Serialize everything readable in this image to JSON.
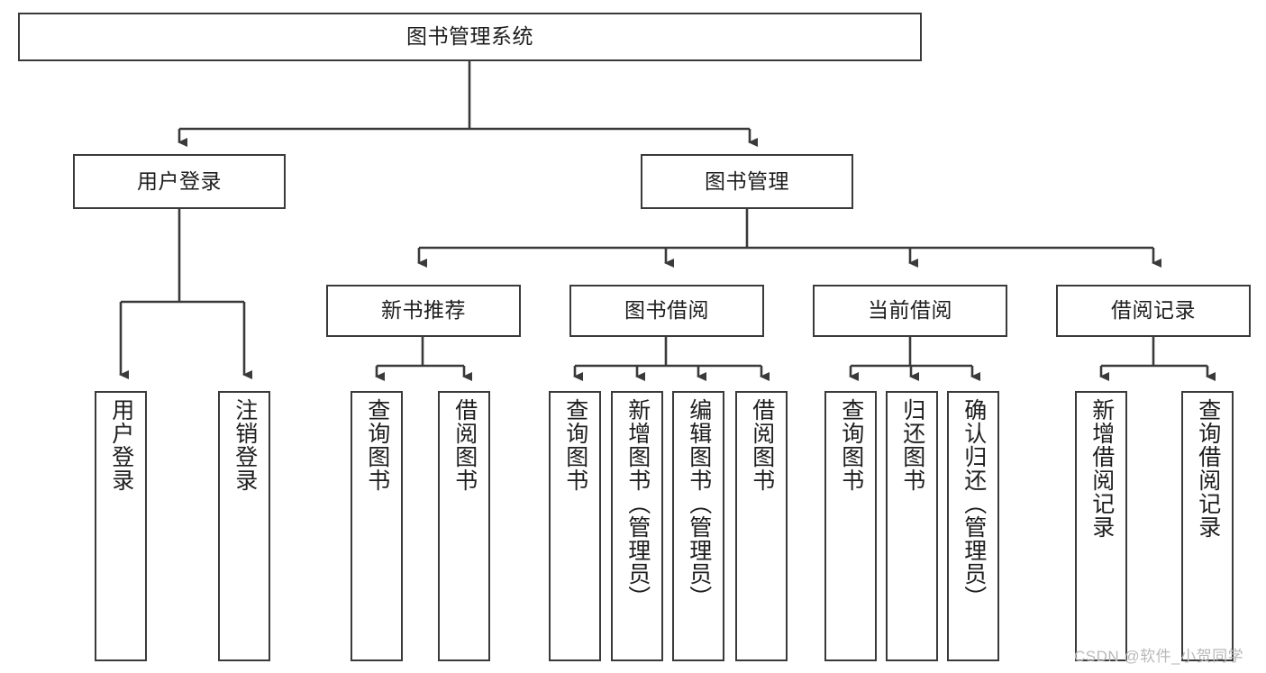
{
  "diagram": {
    "title": "图书管理系统",
    "type": "tree",
    "watermark": "CSDN @软件_小贺同学",
    "colors": {
      "box_border": "#3a3a3a",
      "box_fill": "#ffffff",
      "connector": "#3a3a3a",
      "text": "#1d1d1d",
      "watermark": "#b9b9b9",
      "background": "#ffffff"
    },
    "levels": {
      "root": {
        "label": "图书管理系统"
      },
      "level2": [
        {
          "label": "用户登录"
        },
        {
          "label": "图书管理"
        }
      ],
      "level3": [
        {
          "label": "新书推荐"
        },
        {
          "label": "图书借阅"
        },
        {
          "label": "当前借阅"
        },
        {
          "label": "借阅记录"
        }
      ],
      "leaves": {
        "user_login": [
          {
            "label": "用户登录"
          },
          {
            "label": "注销登录"
          }
        ],
        "new_book": [
          {
            "label": "查询图书"
          },
          {
            "label": "借阅图书"
          }
        ],
        "book_borrow": [
          {
            "label": "查询图书"
          },
          {
            "label": "新增图书（管理员）"
          },
          {
            "label": "编辑图书（管理员）"
          },
          {
            "label": "借阅图书"
          }
        ],
        "current_borrow": [
          {
            "label": "查询图书"
          },
          {
            "label": "归还图书"
          },
          {
            "label": "确认归还（管理员）"
          }
        ],
        "borrow_record": [
          {
            "label": "新增借阅记录"
          },
          {
            "label": "查询借阅记录"
          }
        ]
      }
    }
  }
}
